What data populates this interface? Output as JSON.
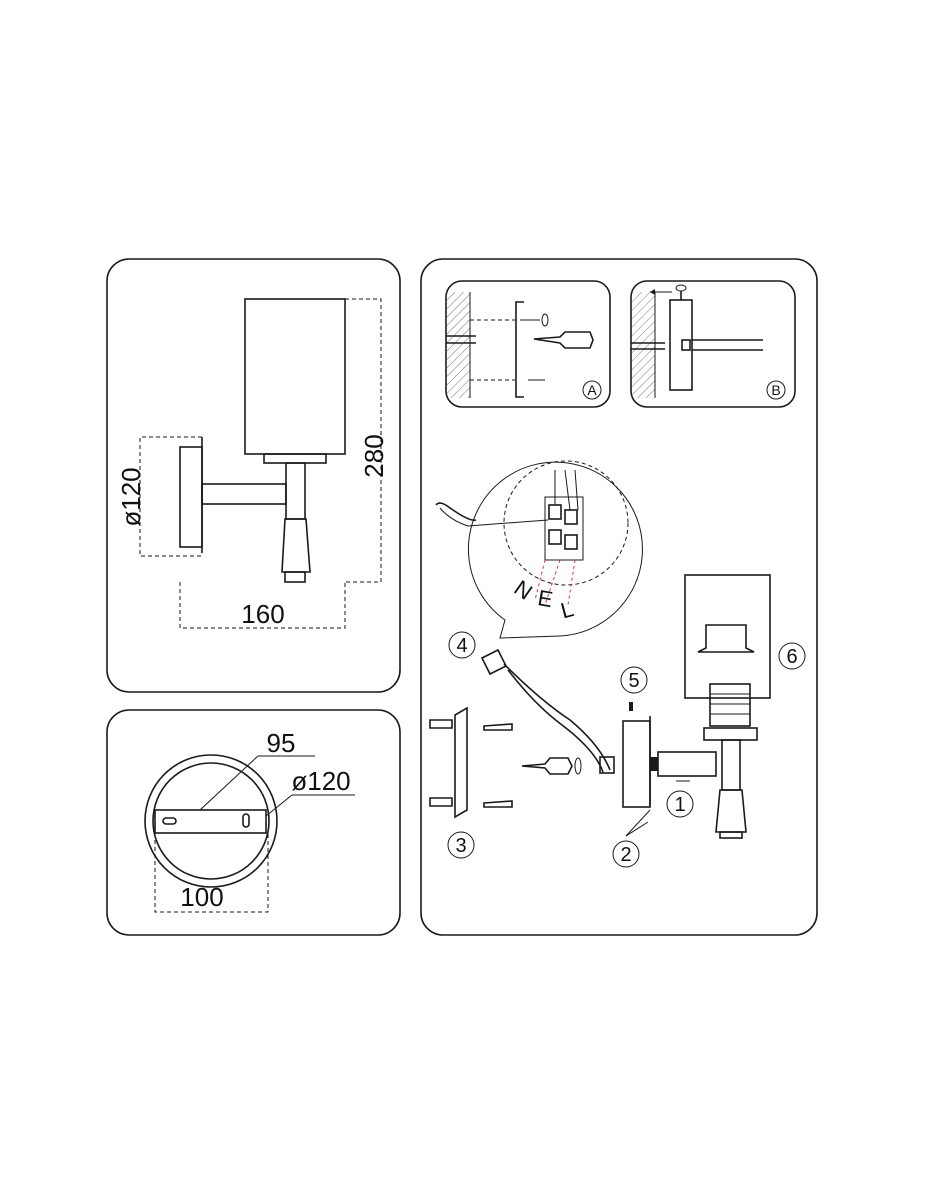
{
  "dimensions": {
    "height": "280",
    "width": "160",
    "diameter_side": "ø120",
    "diameter_top": "ø120",
    "bracket_length": "95",
    "bracket_span": "100"
  },
  "detail_labels": {
    "a": "A",
    "b": "B"
  },
  "wiring_letters": {
    "n": "N",
    "e": "E",
    "l": "L"
  },
  "step_numbers": [
    "1",
    "2",
    "3",
    "4",
    "5",
    "6"
  ]
}
